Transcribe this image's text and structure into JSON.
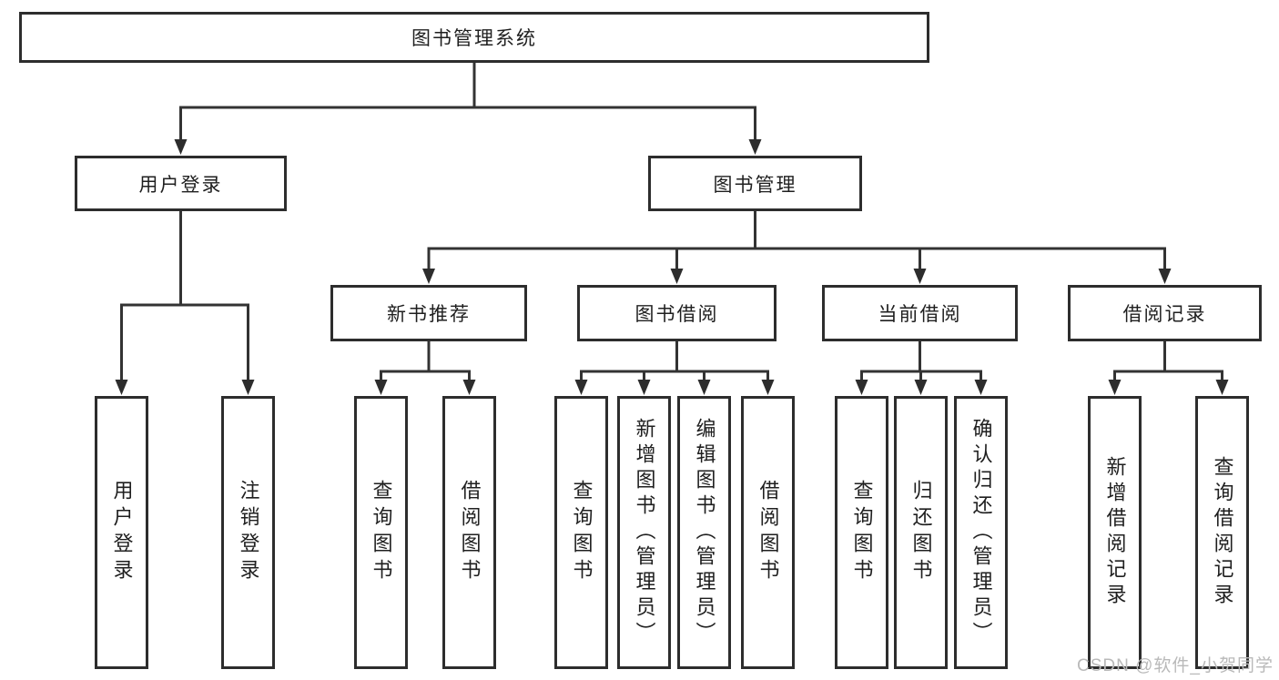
{
  "diagram": {
    "title": "图书管理系统",
    "tree": {
      "root": {
        "label": "图书管理系统"
      },
      "branches": [
        {
          "label": "用户登录",
          "children": [
            "用户登录",
            "注销登录"
          ]
        },
        {
          "label": "图书管理",
          "children": [
            {
              "label": "新书推荐",
              "children": [
                "查询图书",
                "借阅图书"
              ]
            },
            {
              "label": "图书借阅",
              "children": [
                "查询图书",
                "新增图书（管理员）",
                "编辑图书（管理员）",
                "借阅图书"
              ]
            },
            {
              "label": "当前借阅",
              "children": [
                "查询图书",
                "归还图书",
                "确认归还（管理员）"
              ]
            },
            {
              "label": "借阅记录",
              "children": [
                "新增借阅记录",
                "查询借阅记录"
              ]
            }
          ]
        }
      ]
    },
    "colors": {
      "line": "#333333",
      "border": "#2d2d2d",
      "text": "#1f1f1f",
      "watermark": "#b9b9b9",
      "background": "#ffffff"
    },
    "watermark": "CSDN @软件_小贺同学"
  }
}
